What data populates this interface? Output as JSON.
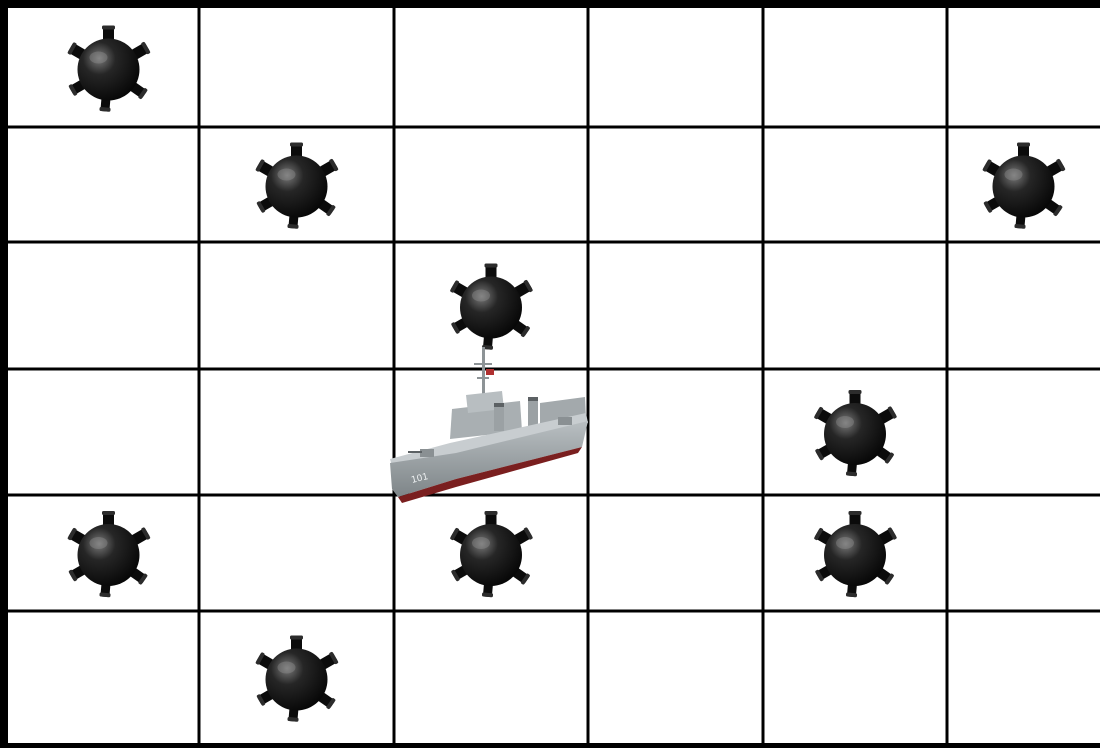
{
  "board": {
    "rows": 6,
    "cols": 6,
    "background": "#ffffff",
    "line_color": "#000000"
  },
  "mines": [
    {
      "row": 0,
      "col": 0
    },
    {
      "row": 1,
      "col": 1
    },
    {
      "row": 1,
      "col": 5
    },
    {
      "row": 2,
      "col": 2
    },
    {
      "row": 3,
      "col": 4
    },
    {
      "row": 4,
      "col": 0
    },
    {
      "row": 4,
      "col": 2
    },
    {
      "row": 4,
      "col": 4
    },
    {
      "row": 5,
      "col": 1
    }
  ],
  "ship": {
    "row": 3,
    "col": 2,
    "hull_number": "101",
    "icon": "warship-icon",
    "hull_color": "#9aa1a4",
    "waterline_color": "#7a1f1f"
  },
  "mine_icon": "sea-mine-icon",
  "colors": {
    "mine_body": "#101010",
    "mine_highlight": "#6a6a6a"
  }
}
